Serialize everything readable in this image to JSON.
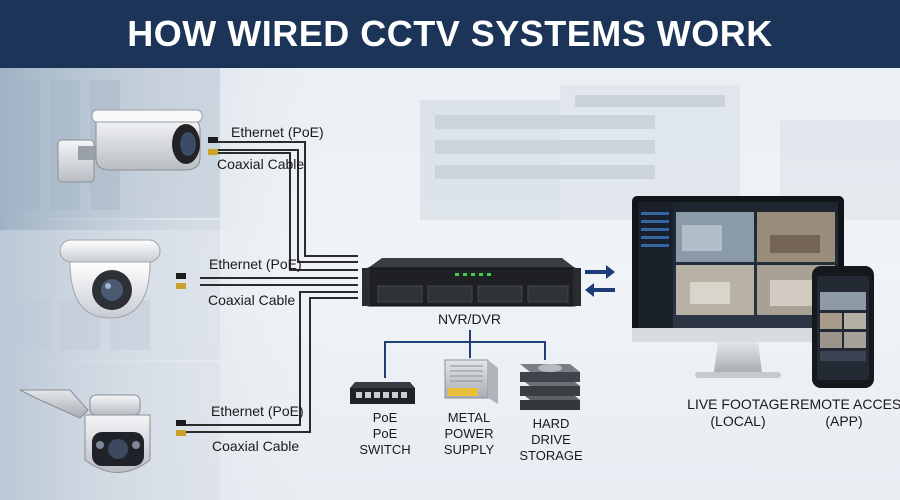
{
  "header": {
    "title": "HOW WIRED CCTV SYSTEMS WORK"
  },
  "cameras": [
    {
      "ethernet_label": "Ethernet (PoE)",
      "coax_label": "Coaxial Cable"
    },
    {
      "ethernet_label": "Ethernet (PoE)",
      "coax_label": "Coaxial Cable"
    },
    {
      "ethernet_label": "Ethernet (PoE)",
      "coax_label": "Coaxial Cable"
    }
  ],
  "recorder": {
    "label": "NVR/DVR"
  },
  "components": {
    "switch_lines": [
      "PoE",
      "PoE",
      "SWITCH"
    ],
    "power_lines": [
      "METAL",
      "POWER",
      "SUPPLY"
    ],
    "storage_lines": [
      "HARD",
      "DRIVE",
      "STORAGE"
    ]
  },
  "outputs": {
    "local_lines": [
      "LIVE FOOTAGE",
      "(LOCAL)"
    ],
    "remote_lines": [
      "REMOTE ACCESS",
      "(APP)"
    ]
  },
  "colors": {
    "header_bg": "#1c3457",
    "arrow": "#1c3d78",
    "cable": "#2b2b2b",
    "connector": "#c9a227"
  }
}
